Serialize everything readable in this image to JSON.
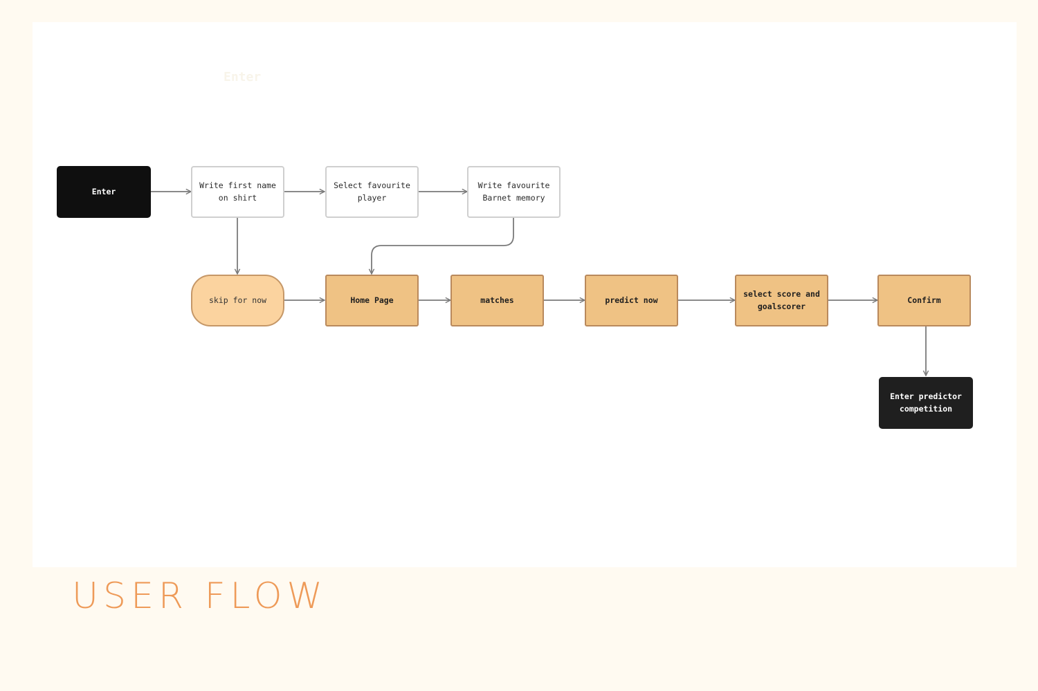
{
  "flow": {
    "ghost_label": "Enter",
    "nodes": {
      "enter": "Enter",
      "write_name": "Write first name\non shirt",
      "select_player": "Select favourite\nplayer",
      "write_memory": "Write favourite\nBarnet memory",
      "skip": "skip for now",
      "home": "Home Page",
      "matches": "matches",
      "predict": "predict now",
      "select_score": "select score and\ngoalscorer",
      "confirm": "Confirm",
      "enter_predictor": "Enter predictor\ncompetition"
    },
    "colors": {
      "start_node": "#0f0f0f",
      "step_node_border": "#cfcfcf",
      "main_node_fill": "#efc284",
      "skip_node_fill": "#fbd39f",
      "connector": "#7a7a7a"
    }
  },
  "caption": {
    "title": "USER FLOW",
    "color": "#ee9a58"
  }
}
